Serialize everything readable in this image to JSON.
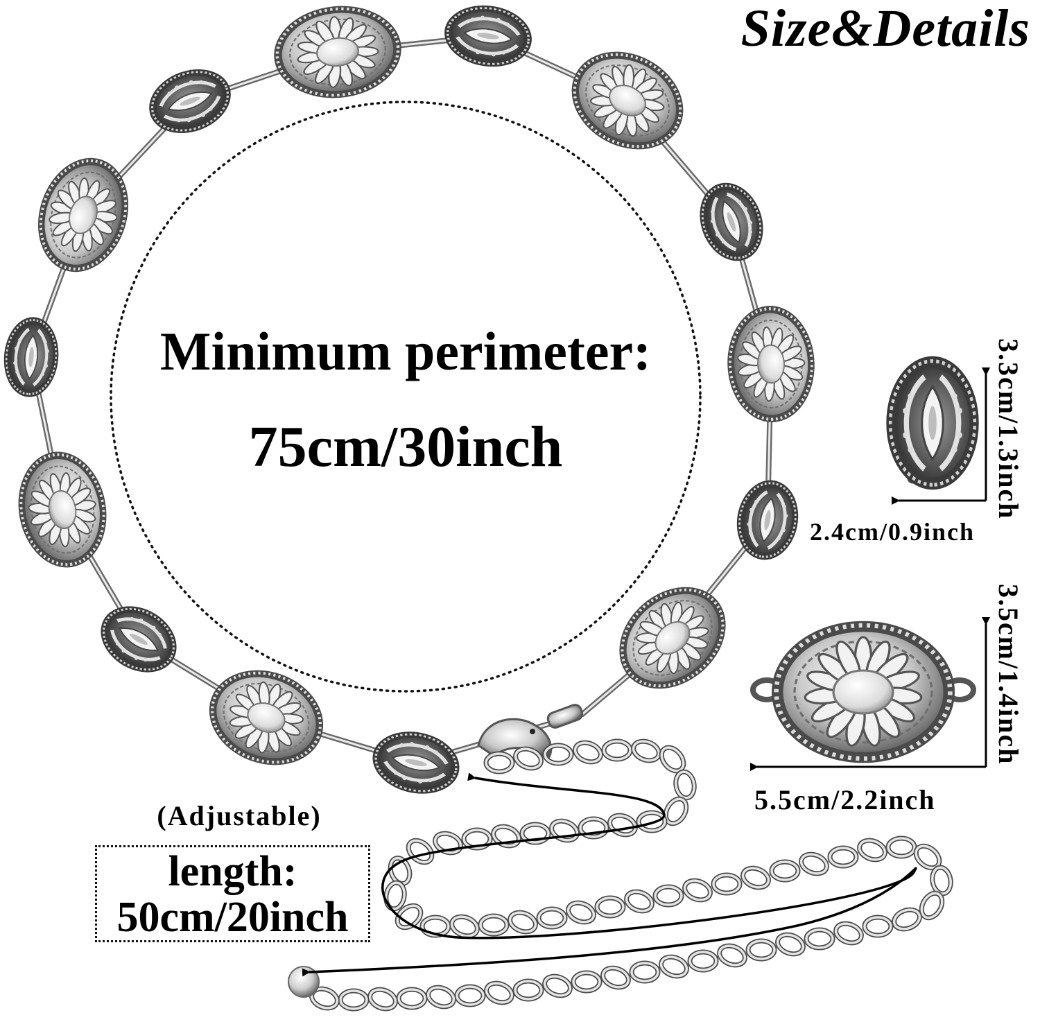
{
  "title": "Size&Details",
  "perimeter": {
    "label": "Minimum perimeter:",
    "value": "75cm/30inch"
  },
  "extension": {
    "note": "(Adjustable)",
    "label": "length:",
    "value": "50cm/20inch"
  },
  "small_link": {
    "width": "2.4cm/0.9inch",
    "height": "3.3cm/1.3inch"
  },
  "large_concho": {
    "width": "5.5cm/2.2inch",
    "height": "3.5cm/1.4inch"
  },
  "colors": {
    "text": "#000000",
    "metal_light": "#e6e6e6",
    "metal_dark": "#3b3b3b",
    "background": "#ffffff"
  }
}
